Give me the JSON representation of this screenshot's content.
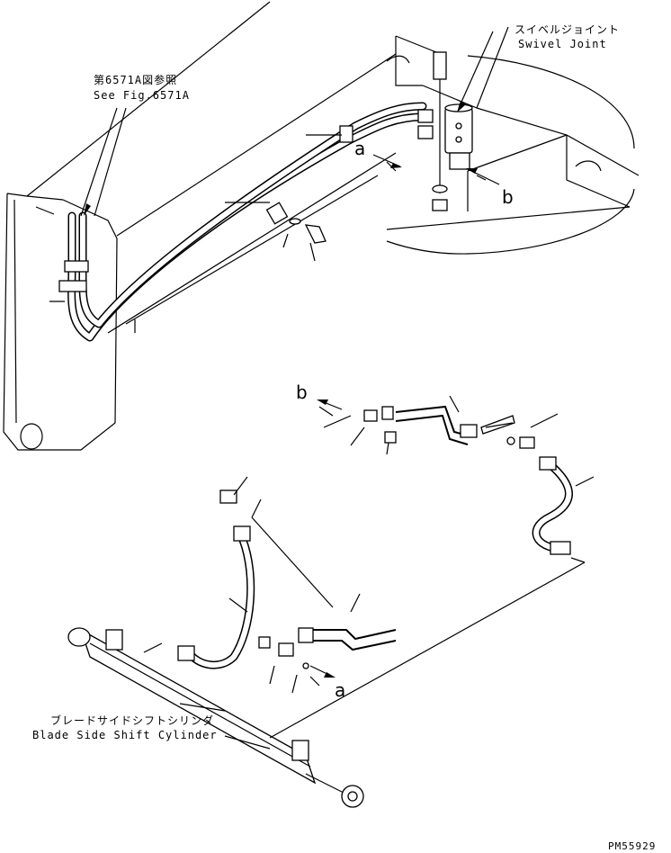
{
  "labels": {
    "swivel_jp": "スイベルジョイント",
    "swivel_en": "Swivel Joint",
    "see_fig_jp": "第6571A図参照",
    "see_fig_en": "See Fig.6571A",
    "ref_a": "a",
    "ref_b": "b",
    "cylinder_jp": "ブレードサイドシフトシリンダ",
    "cylinder_en": "Blade Side Shift Cylinder",
    "drawing_no": "PM55929"
  }
}
